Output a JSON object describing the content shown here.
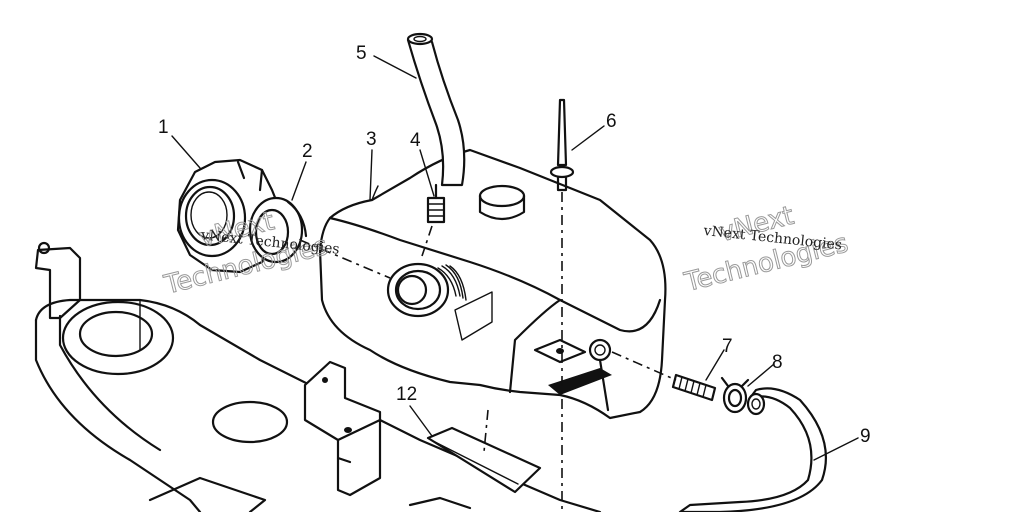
{
  "callouts": [
    {
      "id": "1",
      "text": "1"
    },
    {
      "id": "2",
      "text": "2"
    },
    {
      "id": "3",
      "text": "3"
    },
    {
      "id": "4",
      "text": "4"
    },
    {
      "id": "5",
      "text": "5"
    },
    {
      "id": "6",
      "text": "6"
    },
    {
      "id": "7",
      "text": "7"
    },
    {
      "id": "8",
      "text": "8"
    },
    {
      "id": "9",
      "text": "9"
    },
    {
      "id": "12",
      "text": "12"
    }
  ],
  "watermarks": [
    {
      "line1": "vNext",
      "line2": "Technologies",
      "small": "vNext Technologies"
    },
    {
      "line1": "vNext",
      "line2": "Technologies",
      "small": "vNext Technologies"
    }
  ]
}
